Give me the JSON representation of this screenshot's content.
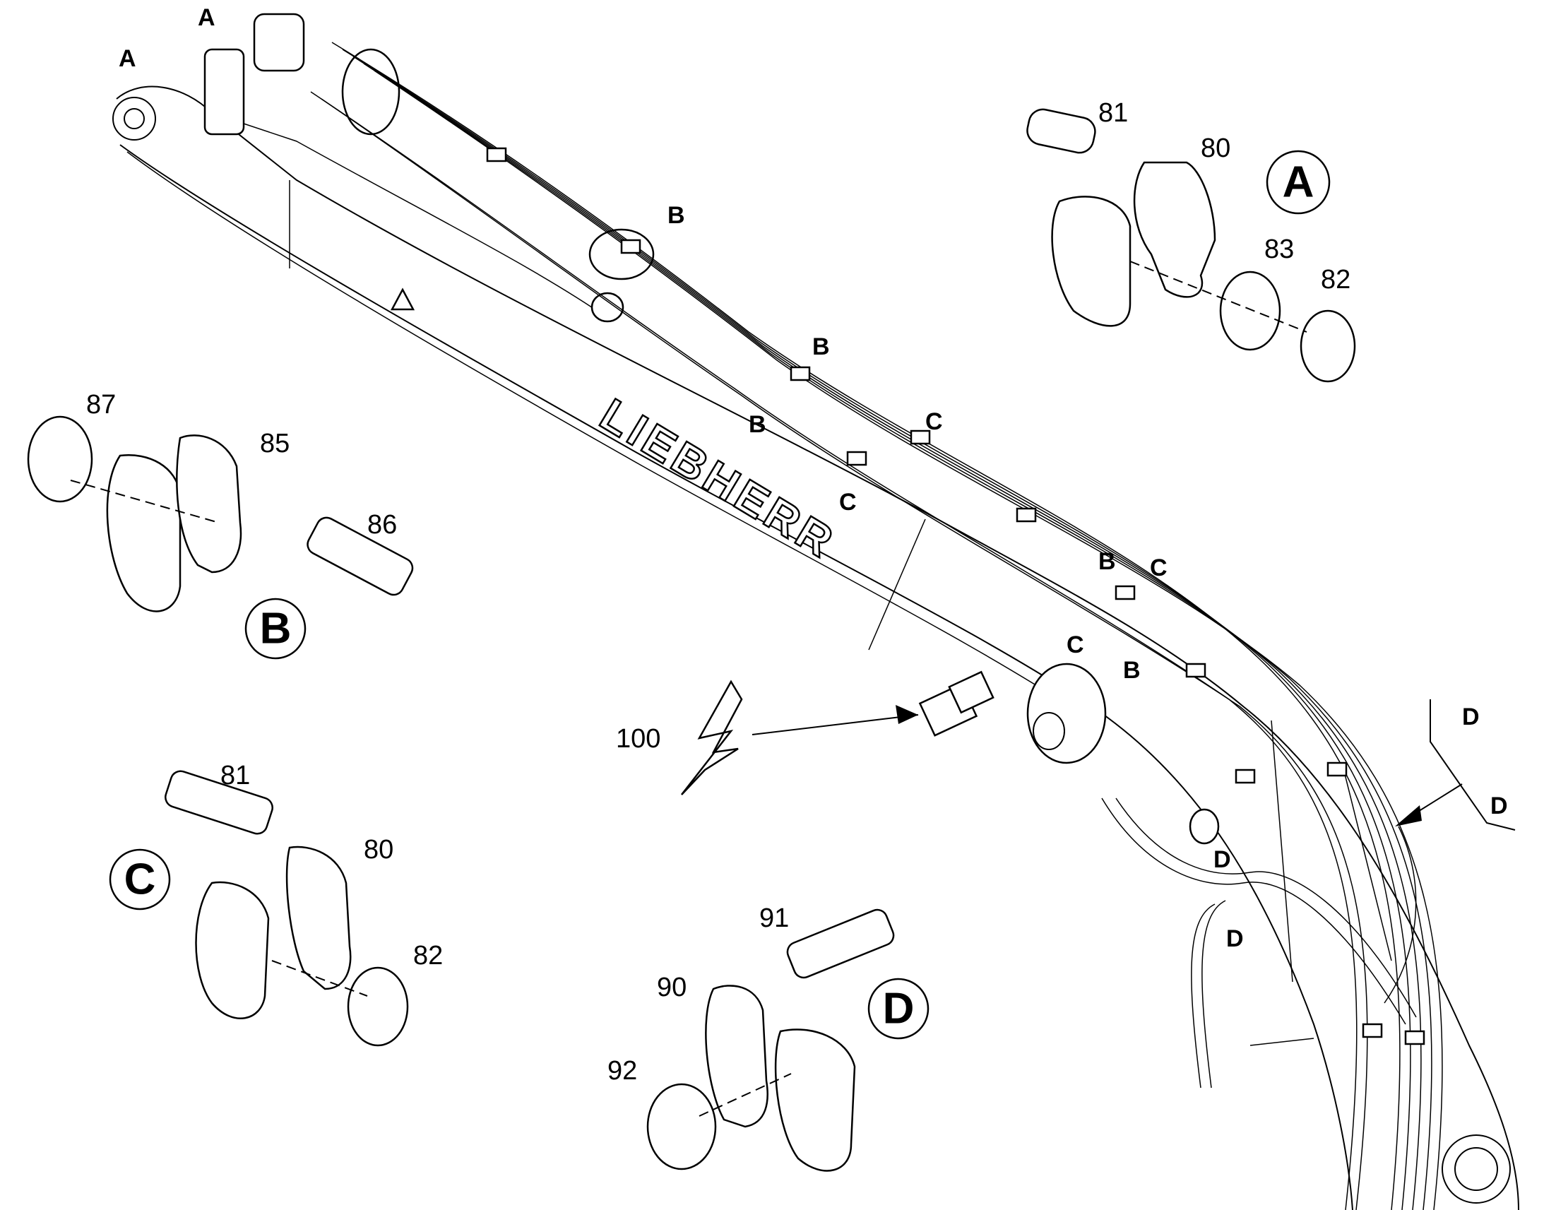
{
  "brand": "LIEBHERR",
  "callouts": {
    "A1": "A",
    "A2": "A",
    "B1": "B",
    "B2": "B",
    "B3": "B",
    "B4": "B",
    "B5": "B",
    "C1": "C",
    "C2": "C",
    "C3": "C",
    "C4": "C",
    "D1": "D",
    "D2": "D",
    "D3": "D",
    "D4": "D"
  },
  "details": {
    "A": {
      "badge": "A",
      "items": [
        "81",
        "80",
        "83",
        "82"
      ]
    },
    "B": {
      "badge": "B",
      "items": [
        "87",
        "85",
        "86"
      ]
    },
    "C": {
      "badge": "C",
      "items": [
        "81",
        "80",
        "82"
      ]
    },
    "D": {
      "badge": "D",
      "items": [
        "91",
        "90",
        "92"
      ]
    }
  },
  "electrical": {
    "item": "100"
  }
}
